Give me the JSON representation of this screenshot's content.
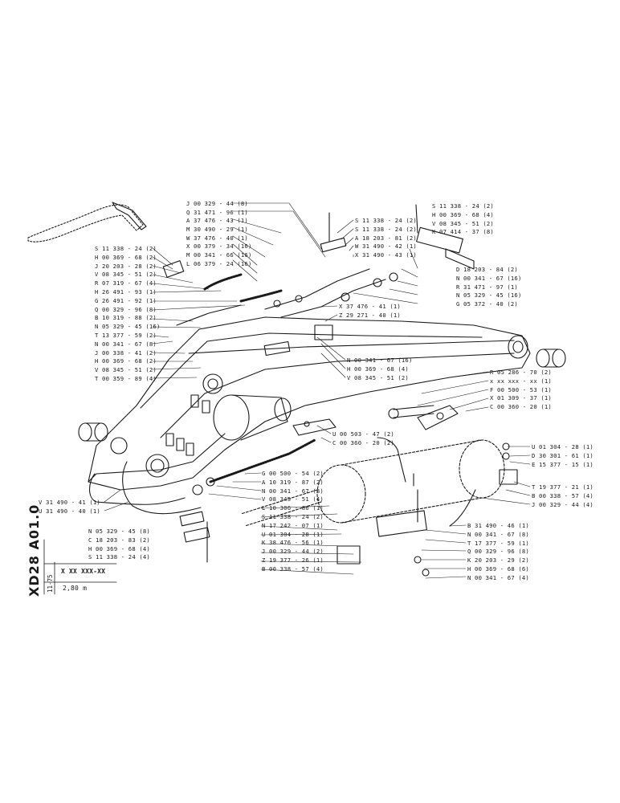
{
  "doc": {
    "drawing_number": "XD28 A01.0",
    "date": "11-75",
    "part_number": "X XX  XXX-XX",
    "length": "2,80 m"
  },
  "labels": {
    "top_center": [
      "J 00 329 - 44 (8)",
      "Q 31 471 - 96 (1)",
      "A 37 476 - 43 (1)",
      "M 30 490 - 29 (1)",
      "W 37 476 - 40 (1)",
      "X 00 379 - 34 (16)",
      "M 00 341 - 66 (16)",
      "L 06 379 - 24 (16)"
    ],
    "left_col": [
      "S 11 338 - 24 (2)",
      "H 00 369 - 68 (2)",
      "J 20 203 - 28 (2)",
      "V 08 345 - 51 (2)",
      "R 07 319 - 67 (4)",
      "H 26 491 - 93 (1)",
      "G 26 491 - 92 (1)",
      "Q 00 329 - 96 (8)",
      "B 10 319 - 88 (2)",
      "N 05 329 - 45 (16)",
      "T 13 377 - 59 (2)",
      "N 00 341 - 67 (8)",
      "J 00 338 - 41 (2)",
      "H 00 369 - 68 (2)",
      "V 08 345 - 51 (2)",
      "T 00 359 - 89 (4)"
    ],
    "mid_a": [
      "S 11 338 - 24 (2)",
      "S 11 338 - 24 (2)",
      "A 18 203 - 81 (2)",
      "W 31 490 - 42 (1)",
      "X 31 490 - 43 (1)"
    ],
    "mid_b": [
      "X 37 476 - 41 (1)",
      "Z 29 271 - 40 (1)"
    ],
    "top_right": [
      "S 11 338 - 24 (2)",
      "H 00 369 - 68 (4)",
      "V 08 345 - 51 (2)",
      "K 07 414 - 37 (8)"
    ],
    "right_col": [
      "D 18 203 - 84 (2)",
      "N 00 341 - 67 (16)",
      "R 31 471 - 97 (1)",
      "N 05 329 - 45 (16)",
      "G 05 372 - 40 (2)"
    ],
    "mid_c": [
      "N 00 341 - 67 (16)",
      "H 00 369 - 68 (4)",
      "V 08 345 - 51 (2)"
    ],
    "right_mid": [
      "R 05 286 - 70 (2)",
      "x  xx xxx - xx (1)",
      "F 00 500 - 53 (1)",
      "X 01 309 - 37 (1)",
      "C 00 360 - 20 (1)"
    ],
    "mid_d": [
      "U 00 503 - 47 (2)",
      "C 00 360 - 20 (2)"
    ],
    "right_lower": [
      "U 01 304 - 28 (1)",
      "D 30 301 - 61 (1)",
      "E 15 377 - 15 (1)"
    ],
    "right_lower2": [
      "T 19 377 - 21 (1)",
      "B 00 338 - 57 (4)",
      "J 00 329 - 44 (4)"
    ],
    "center_lower": [
      "G 00 500 - 54 (2)",
      "A 10 319 - 87 (2)",
      "N 00 341 - 67 (8)",
      "V 08 345 - 51 (4)",
      "L 10 306 - 86 (1)",
      "S 11 338 - 24 (2)",
      "N 17 242 - 07 (1)",
      "U 01 304 - 28 (1)",
      "K 38 476 - 56 (1)",
      "J 00 329 - 44 (2)",
      "Z 19 377 - 26 (1)",
      "B 00 338 - 57 (4)"
    ],
    "left_lower": [
      "V 31 490 - 41 (1)",
      "U 31 490 - 40 (1)"
    ],
    "left_bottom": [
      "N 05 329 - 45 (8)",
      "C 18 203 - 83 (2)",
      "H 00 369 - 68 (4)",
      "S 11 338 - 24 (4)"
    ],
    "right_bottom": [
      "B 31 490 - 46 (1)",
      "N 00 341 - 67 (8)",
      "T 17 377 - 59 (1)",
      "Q 00 329 - 96 (8)",
      "K 20 203 - 29 (2)",
      "H 00 369 - 68 (6)",
      "N 00 341 - 67 (4)"
    ]
  }
}
